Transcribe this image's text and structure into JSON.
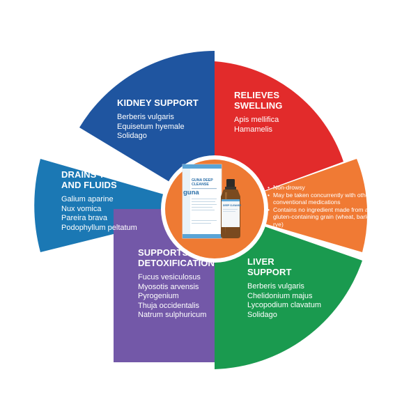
{
  "colors": {
    "kidney": "#1f55a0",
    "swelling": "#e22b2b",
    "drains": "#1b78b4",
    "benefits": "#f07a34",
    "detox": "#7358a8",
    "liver": "#1a9a4f",
    "center": "#ee7a33"
  },
  "panels": {
    "kidney": {
      "title": "KIDNEY SUPPORT",
      "items": [
        "Berberis vulgaris",
        "Equisetum hyemale",
        "Solidago"
      ]
    },
    "swelling": {
      "title_line1": "RELIEVES",
      "title_line2": "SWELLING",
      "items": [
        "Apis mellifica",
        "Hamamelis"
      ]
    },
    "drains": {
      "title_line1": "DRAINS TOXINS",
      "title_line2": "AND FLUIDS",
      "items": [
        "Galium aparine",
        "Nux vomica",
        "Pareira brava",
        "Podophyllum peltatum"
      ]
    },
    "detox": {
      "title_line1": "SUPPORTS",
      "title_line2": "DETOXIFICATION",
      "items": [
        "Fucus vesiculosus",
        "Myosotis arvensis",
        "Pyrogenium",
        "Thuja occidentalis",
        "Natrum sulphuricum"
      ]
    },
    "liver": {
      "title_line1": "LIVER",
      "title_line2": "SUPPORT",
      "items": [
        "Berberis vulgaris",
        "Chelidonium majus",
        "Lycopodium clavatum",
        "Solidago"
      ]
    },
    "benefits": {
      "items": [
        "Non-drowsy",
        "May be taken concurrently with other conventional medications",
        "Contains no ingredient made from a gluten-containing grain (wheat, barley, or rye)"
      ]
    }
  },
  "product": {
    "brand": "guna",
    "name_line1": "GUNA DEEP",
    "name_line2": "CLEANSE",
    "bottle_label": "DEEP CLEANSE"
  }
}
